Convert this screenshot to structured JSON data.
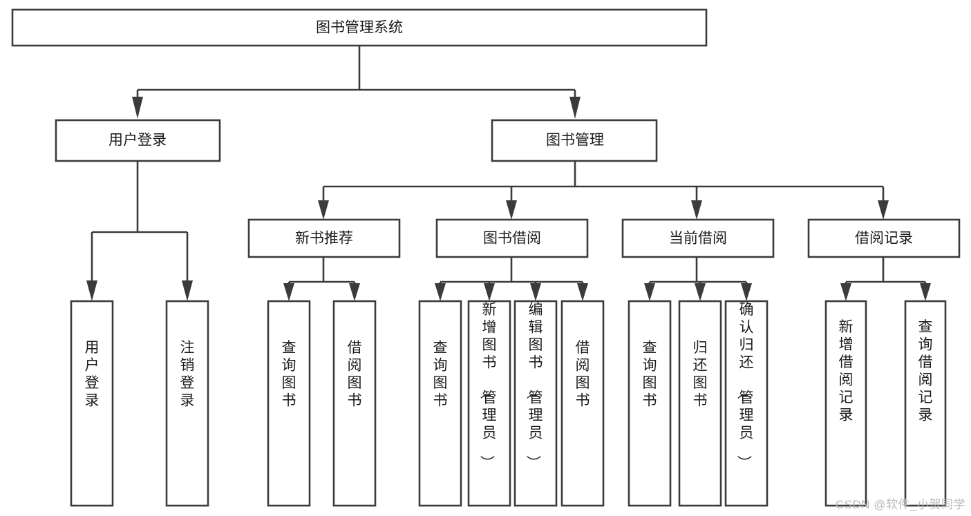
{
  "diagram": {
    "type": "tree",
    "title": "图书管理系统",
    "orientation": "top-down",
    "colors": {
      "box_fill": "#ffffff",
      "box_stroke": "#3b3b3b",
      "text": "#1b1b1b",
      "background": "#ffffff",
      "watermark": "#b9b9b9"
    },
    "levels": [
      {
        "level": 1,
        "nodes": [
          {
            "id": "root",
            "label": "图书管理系统",
            "orientation": "horizontal"
          }
        ]
      },
      {
        "level": 2,
        "nodes": [
          {
            "id": "user-login",
            "label": "用户登录",
            "orientation": "horizontal",
            "parent": "root"
          },
          {
            "id": "book-manage",
            "label": "图书管理",
            "orientation": "horizontal",
            "parent": "root"
          }
        ]
      },
      {
        "level": 3,
        "nodes": [
          {
            "id": "new-book-rec",
            "label": "新书推荐",
            "orientation": "horizontal",
            "parent": "book-manage"
          },
          {
            "id": "book-borrow",
            "label": "图书借阅",
            "orientation": "horizontal",
            "parent": "book-manage"
          },
          {
            "id": "current-borrow",
            "label": "当前借阅",
            "orientation": "horizontal",
            "parent": "book-manage"
          },
          {
            "id": "borrow-record",
            "label": "借阅记录",
            "orientation": "horizontal",
            "parent": "book-manage"
          }
        ]
      },
      {
        "level": 4,
        "nodes": [
          {
            "id": "leaf-user-login",
            "label": "用户登录",
            "orientation": "vertical",
            "parent": "user-login"
          },
          {
            "id": "leaf-logout",
            "label": "注销登录",
            "orientation": "vertical",
            "parent": "user-login"
          },
          {
            "id": "leaf-query-book-1",
            "label": "查询图书",
            "orientation": "vertical",
            "parent": "new-book-rec"
          },
          {
            "id": "leaf-borrow-book-1",
            "label": "借阅图书",
            "orientation": "vertical",
            "parent": "new-book-rec"
          },
          {
            "id": "leaf-query-book-2",
            "label": "查询图书",
            "orientation": "vertical",
            "parent": "book-borrow"
          },
          {
            "id": "leaf-add-book",
            "label": "新增图书（管理员）",
            "orientation": "vertical",
            "parent": "book-borrow"
          },
          {
            "id": "leaf-edit-book",
            "label": "编辑图书（管理员）",
            "orientation": "vertical",
            "parent": "book-borrow"
          },
          {
            "id": "leaf-borrow-book-2",
            "label": "借阅图书",
            "orientation": "vertical",
            "parent": "book-borrow"
          },
          {
            "id": "leaf-query-book-3",
            "label": "查询图书",
            "orientation": "vertical",
            "parent": "current-borrow"
          },
          {
            "id": "leaf-return-book",
            "label": "归还图书",
            "orientation": "vertical",
            "parent": "current-borrow"
          },
          {
            "id": "leaf-confirm-return",
            "label": "确认归还（管理员）",
            "orientation": "vertical",
            "parent": "current-borrow"
          },
          {
            "id": "leaf-add-record",
            "label": "新增借阅记录",
            "orientation": "vertical",
            "parent": "borrow-record"
          },
          {
            "id": "leaf-query-record",
            "label": "查询借阅记录",
            "orientation": "vertical",
            "parent": "borrow-record"
          }
        ]
      }
    ]
  },
  "watermark": {
    "text": "CSDN @软件_小贺同学"
  }
}
